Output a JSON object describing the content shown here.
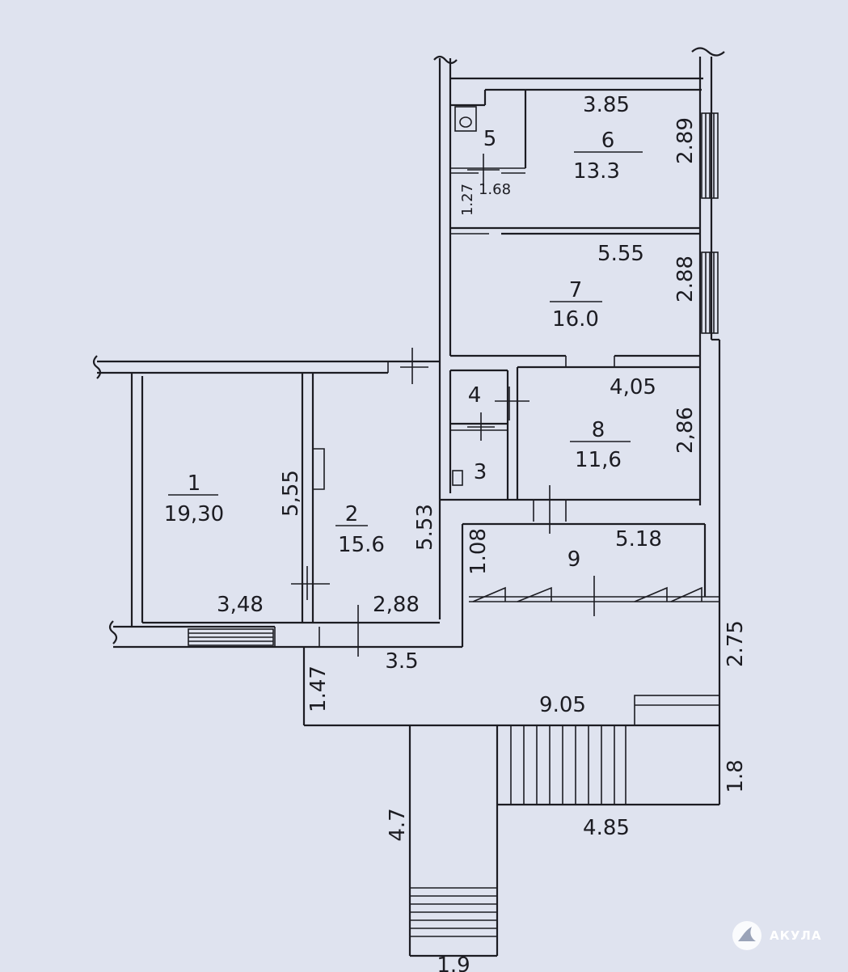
{
  "rooms": [
    {
      "id": "1",
      "area": "19,30"
    },
    {
      "id": "2",
      "area": "15.6"
    },
    {
      "id": "3"
    },
    {
      "id": "4"
    },
    {
      "id": "5"
    },
    {
      "id": "6",
      "area": "13.3"
    },
    {
      "id": "7",
      "area": "16.0"
    },
    {
      "id": "8",
      "area": "11,6"
    },
    {
      "id": "9"
    }
  ],
  "dimensions": {
    "r6_width": "3.85",
    "r6_height": "2.89",
    "r5_width": "1.68",
    "r5_height": "1.27",
    "r7_width": "5.55",
    "r7_height": "2.88",
    "r8_width": "4,05",
    "r8_height": "2,86",
    "r1_height": "5,55",
    "r1_width": "3,48",
    "r2_height": "5.53",
    "r2_width": "2,88",
    "r9_width": "5.18",
    "r9_height": "1.08",
    "hall_left": "3.5",
    "hall_left_height": "1.47",
    "hall_width": "9.05",
    "hall_right_height": "2.75",
    "porch_height": "1.8",
    "porch_width": "4.85",
    "ramp_length": "4.7",
    "ramp_width": "1.9"
  },
  "watermark": {
    "text": "АКУЛА",
    "icon": "shark-fin-icon"
  },
  "colors": {
    "paper": "#dfe3ef",
    "ink": "#1c1c22"
  }
}
